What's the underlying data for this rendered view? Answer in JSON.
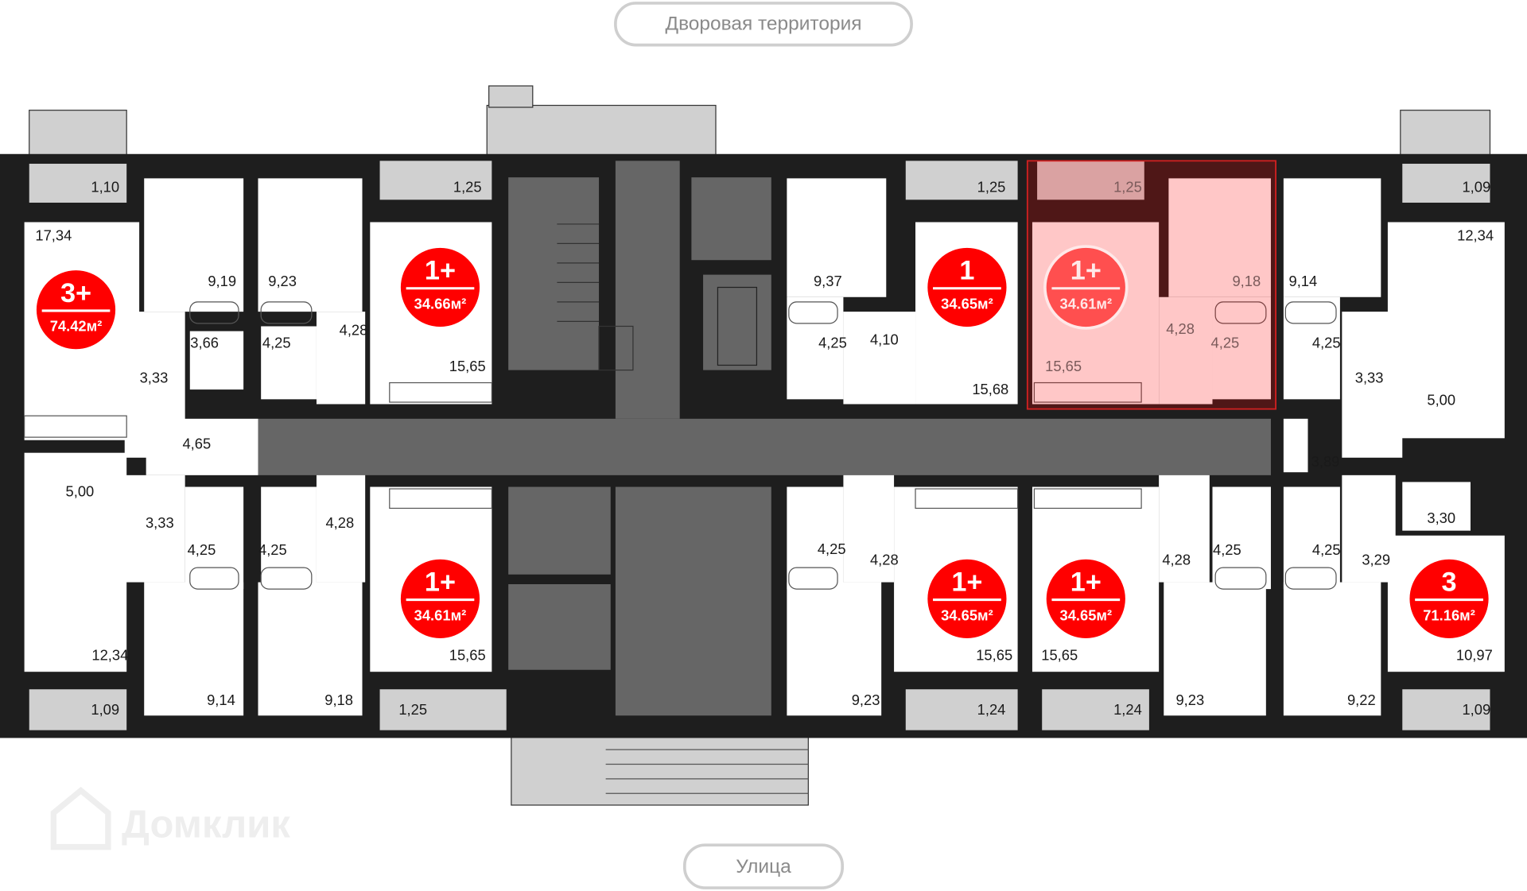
{
  "labels": {
    "yard": "Дворовая территория",
    "street": "Улица",
    "watermark": "Домклик"
  },
  "colors": {
    "accent": "#ff0000",
    "wall": "#1e1e1e",
    "corridor": "#666666",
    "balcony": "#cfcfcf",
    "highlight": "#ff9a9a"
  },
  "badges": [
    {
      "type": "3+",
      "area": "74.42м²"
    },
    {
      "type": "1+",
      "area": "34.66м²"
    },
    {
      "type": "1",
      "area": "34.65м²"
    },
    {
      "type": "1+",
      "area": "34.61м²"
    },
    {
      "type": "1+",
      "area": "34.61м²"
    },
    {
      "type": "1+",
      "area": "34.65м²"
    },
    {
      "type": "1+",
      "area": "34.65м²"
    },
    {
      "type": "3",
      "area": "71.16м²"
    }
  ],
  "areas_top": [
    "1,10",
    "17,34",
    "9,19",
    "9,23",
    "1,25",
    "3,66",
    "4,25",
    "4,28",
    "3,33",
    "15,65",
    "4,65",
    "1,25",
    "9,37",
    "4,25",
    "4,10",
    "15,68",
    "1,25",
    "9,18",
    "4,28",
    "4,25",
    "15,65",
    "9,14",
    "4,25",
    "3,33",
    "1,09",
    "12,34",
    "5,00",
    "3,89"
  ],
  "areas_bottom": [
    "5,00",
    "3,33",
    "4,28",
    "4,25",
    "4,25",
    "12,34",
    "1,09",
    "9,14",
    "9,18",
    "15,65",
    "1,25",
    "4,25",
    "4,28",
    "9,23",
    "15,65",
    "1,24",
    "15,65",
    "1,24",
    "4,28",
    "4,25",
    "9,23",
    "4,25",
    "3,29",
    "3,30",
    "9,22",
    "10,97",
    "1,09"
  ]
}
